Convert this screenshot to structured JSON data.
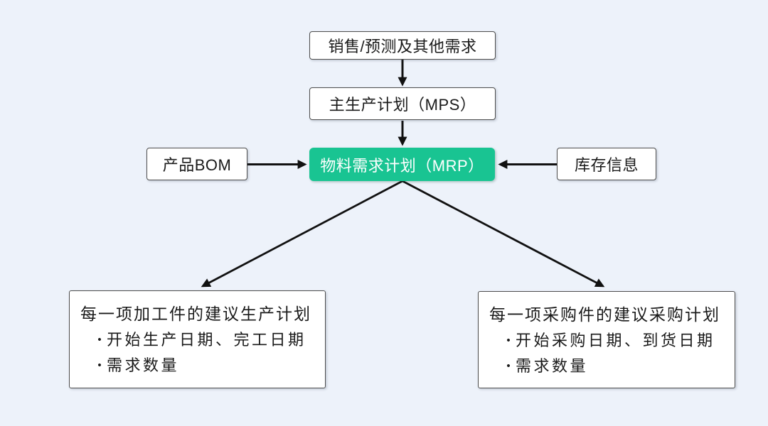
{
  "diagram": {
    "background_color": "#edf2fa",
    "accent_green": "#19c492",
    "arrow_color": "#111111",
    "box_border_color": "#4d4d4d",
    "bullet_glyph": "•",
    "nodes": {
      "sales": {
        "label": "销售/预测及其他需求"
      },
      "mps": {
        "label": "主生产计划（MPS）"
      },
      "mrp": {
        "label": "物料需求计划（MRP）"
      },
      "bom": {
        "label": "产品BOM"
      },
      "inventory": {
        "label": "库存信息"
      },
      "production_plan": {
        "title": "每一项加工件的建议生产计划",
        "bullets": [
          "开始生产日期、完工日期",
          "需求数量"
        ]
      },
      "purchase_plan": {
        "title": "每一项采购件的建议采购计划",
        "bullets": [
          "开始采购日期、到货日期",
          "需求数量"
        ]
      }
    },
    "edges": [
      "sales → mps",
      "mps → mrp",
      "bom → mrp",
      "inventory → mrp",
      "mrp → production_plan",
      "mrp → purchase_plan"
    ]
  }
}
